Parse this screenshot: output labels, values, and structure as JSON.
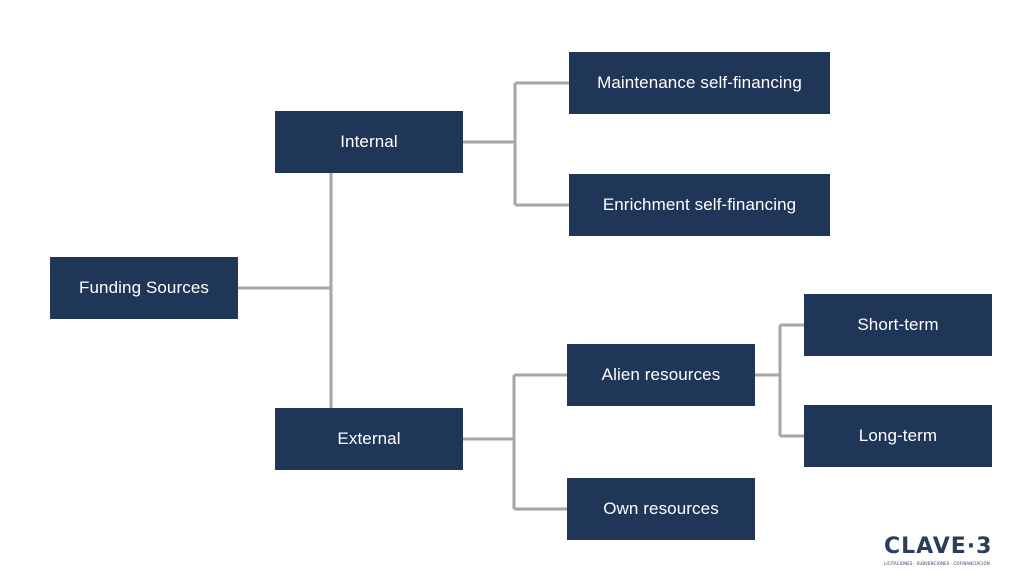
{
  "diagram": {
    "nodes": {
      "root": "Funding Sources",
      "internal": "Internal",
      "external": "External",
      "maintenance": "Maintenance self-financing",
      "enrichment": "Enrichment self-financing",
      "alien": "Alien resources",
      "own": "Own resources",
      "short_term": "Short-term",
      "long_term": "Long-term"
    },
    "colors": {
      "node_fill": "#1f3658",
      "node_text": "#ffffff",
      "connector": "#a6a6a6"
    }
  },
  "logo": {
    "name": "CLAVE·3",
    "tagline": "LICITACIONES · SUBVENCIONES · COFINANCIACIÓN"
  }
}
